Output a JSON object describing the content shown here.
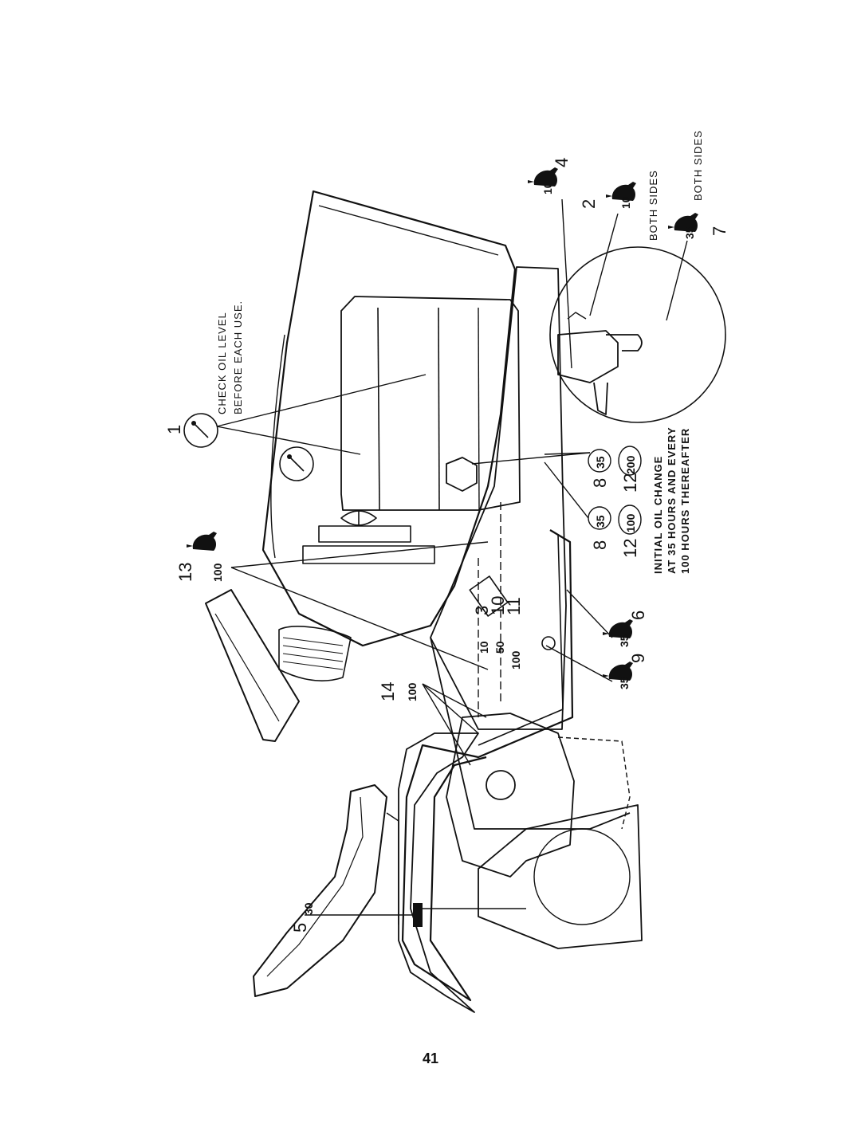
{
  "page_number": "41",
  "notes": {
    "check_oil": [
      "CHECK OIL LEVEL",
      "BEFORE EACH USE."
    ],
    "both_sides_a": "BOTH SIDES",
    "both_sides_b": "BOTH SIDES",
    "oil_change": [
      "INITIAL OIL CHANGE",
      "AT 35 HOURS AND EVERY",
      "100 HOURS THEREAFTER"
    ]
  },
  "callouts": {
    "c1": "1",
    "c2": "2",
    "c3": "3",
    "c4": "4",
    "c5": "5",
    "c6": "6",
    "c7": "7",
    "c8a": "8",
    "c8b": "8",
    "c9": "9",
    "c10": "10",
    "c11": "11",
    "c12a": "12",
    "c12b": "12",
    "c13": "13",
    "c14": "14"
  },
  "intervals": {
    "i2": "10",
    "i3": "10",
    "i4": "10",
    "i5": "30",
    "i6": "35",
    "i7": "35",
    "i8a": "35",
    "i8b": "35",
    "i9": "35",
    "i10": "50",
    "i11": "100",
    "i12a": "100",
    "i12b": "200",
    "i13": "100",
    "i14": "100"
  },
  "icons": [
    "dipstick-gauge-icon",
    "oil-can-icon",
    "hour-interval-icon"
  ]
}
